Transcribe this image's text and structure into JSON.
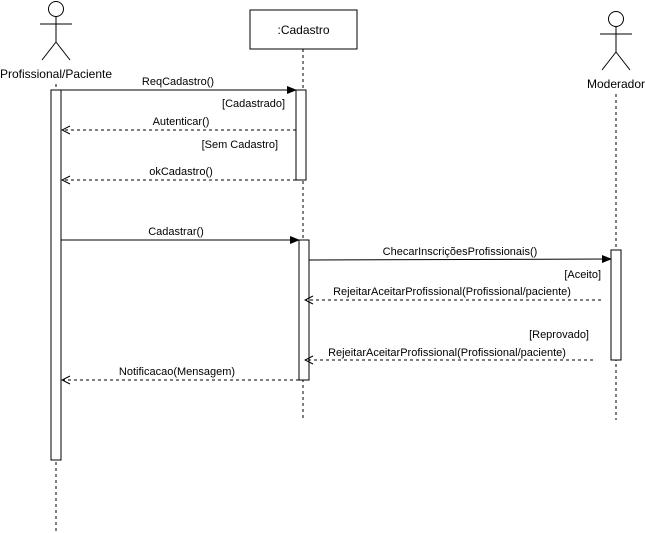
{
  "participants": {
    "profissional": {
      "label": "Profissional/Paciente",
      "kind": "actor"
    },
    "cadastro": {
      "label": ":Cadastro",
      "kind": "object"
    },
    "moderador": {
      "label": "Moderador",
      "kind": "actor"
    }
  },
  "messages": [
    {
      "label": "ReqCadastro()",
      "style": "sync"
    },
    {
      "label": "Autenticar()",
      "style": "return"
    },
    {
      "label": "okCadastro()",
      "style": "return"
    },
    {
      "label": "Cadastrar()",
      "style": "sync"
    },
    {
      "label": "ChecarInscriçõesProfissionais()",
      "style": "sync"
    },
    {
      "label": "RejeitarAceitarProfissional(Profissional/paciente)",
      "style": "return"
    },
    {
      "label": "RejeitarAceitarProfissional(Profissional/paciente)",
      "style": "return"
    },
    {
      "label": "Notificacao(Mensagem)",
      "style": "return"
    }
  ],
  "guards": [
    {
      "label": "[Cadastrado]"
    },
    {
      "label": "[Sem Cadastro]"
    },
    {
      "label": "[Aceito]"
    },
    {
      "label": "[Reprovado]"
    }
  ],
  "colors": {
    "line": "#000000",
    "background": "#ffffff"
  }
}
